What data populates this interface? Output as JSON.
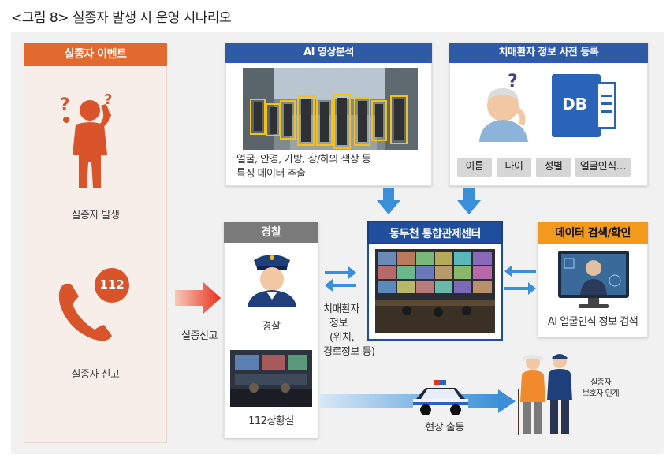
{
  "figure": {
    "title": "<그림 8> 실종자 발생 시 운영 시나리오"
  },
  "event_panel": {
    "title": "실종자 이벤트",
    "occurrence_label": "실종자 발생",
    "report_badge": "112",
    "report_label": "실종자 신고"
  },
  "ai_analysis": {
    "title": "AI 영상분석",
    "caption_line1": "얼굴, 안경, 가방, 상/하의 색상 등",
    "caption_line2": "특징 데이터 추출"
  },
  "dementia_registry": {
    "title": "치매환자 정보 사전 등록",
    "db_label": "DB",
    "fields": [
      "이름",
      "나이",
      "성별",
      "얼굴인식…"
    ]
  },
  "police": {
    "title": "경찰",
    "officer_label": "경찰",
    "situation_room_label": "112상황실"
  },
  "control_center": {
    "title": "동두천 통합관제센터"
  },
  "data_search": {
    "title": "데이터 검색/확인",
    "caption": "AI 얼굴인식 정보 검색"
  },
  "flows": {
    "report": "실종신고",
    "patient_info": [
      "치매환자",
      "정보",
      "(위치,",
      "경로정보 등)"
    ],
    "dispatch": "현장 출동"
  },
  "outcome": {
    "label_line1": "실종자",
    "label_line2": "보호자 인계"
  },
  "colors": {
    "event_orange": "#e36a2f",
    "header_blue": "#2f5aa8",
    "center_navy": "#1f4e9c",
    "search_orange": "#f39a1e",
    "arrow_blue": "#3a8fd8",
    "police_gray": "#7a7a7a"
  }
}
